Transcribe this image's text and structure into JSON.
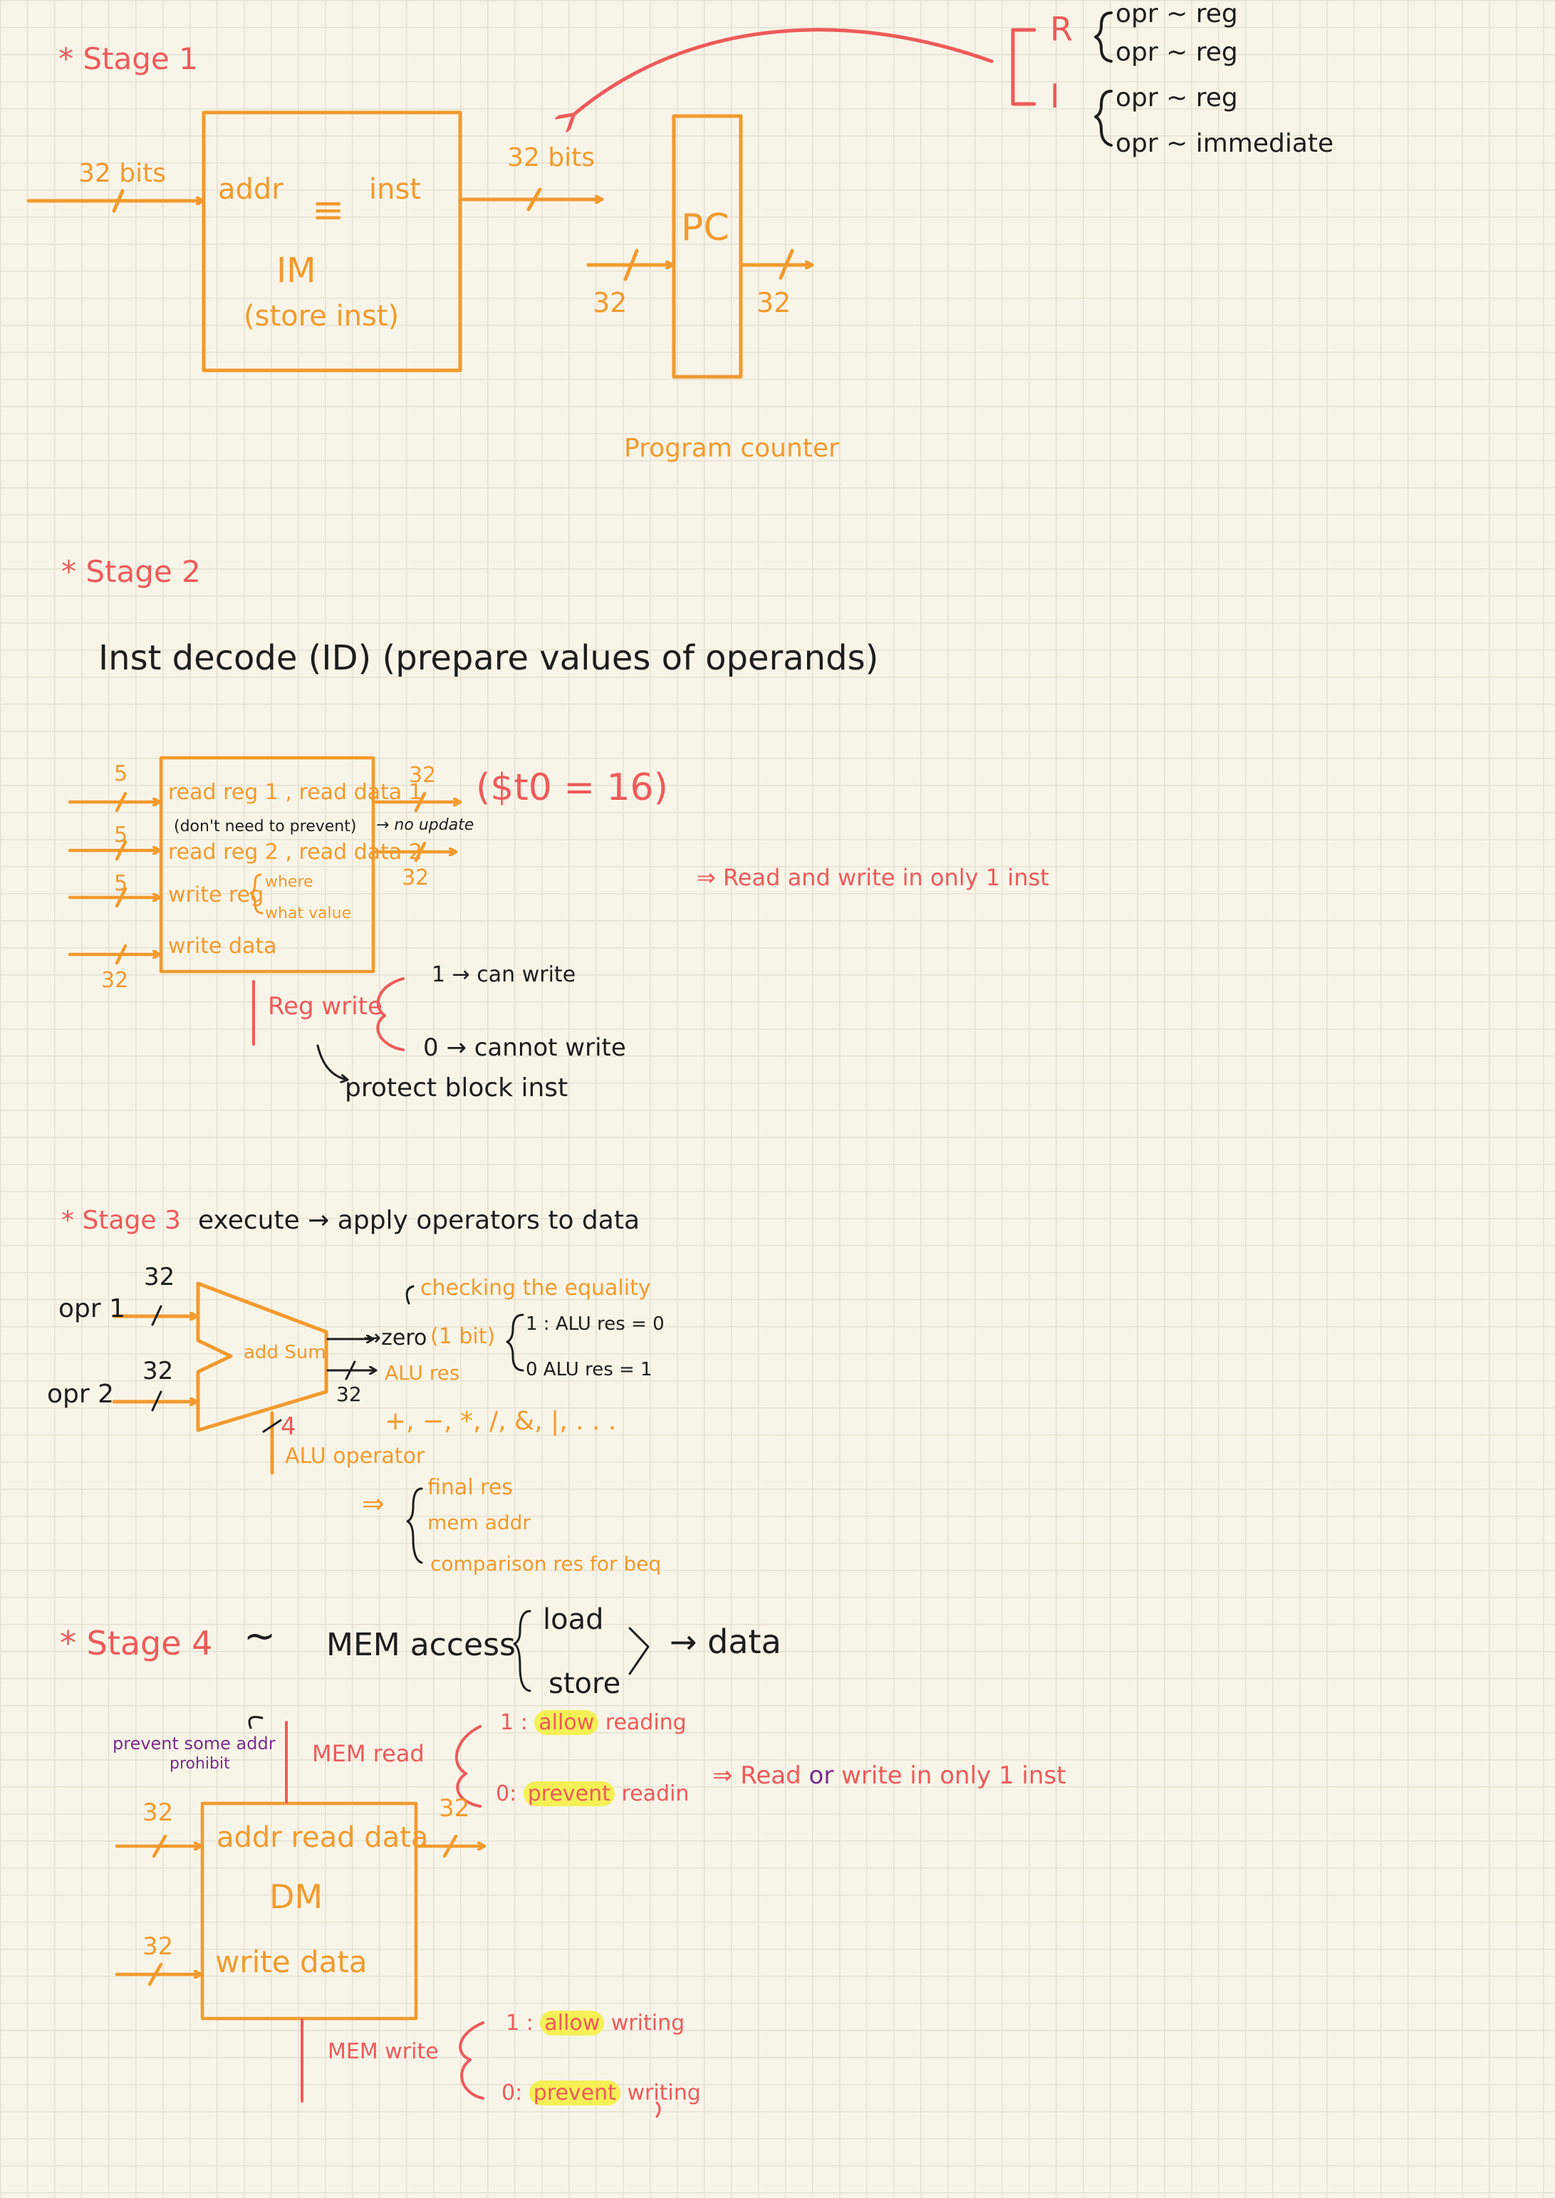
{
  "stage1": {
    "title": "* Stage 1",
    "input_label": "32 bits",
    "im_addr": "addr",
    "im_inst": "inst",
    "im_equiv": "≡",
    "im_name": "IM",
    "im_note": "(store inst)",
    "out_label": "32 bits",
    "pc_name": "PC",
    "pc_in": "32",
    "pc_out": "32",
    "pc_caption": "Program counter",
    "r_letter": "R",
    "i_letter": "I",
    "r_lines": [
      "opr ~ reg",
      "opr ~ reg"
    ],
    "i_lines": [
      "opr ~ reg",
      "opr ~ immediate"
    ]
  },
  "stage2": {
    "title": "* Stage 2",
    "heading": "Inst decode (ID) (prepare values of operands)",
    "in_bits": [
      "5",
      "5",
      "5",
      "32"
    ],
    "row1": "read reg 1 , read data 1",
    "note": "(don't need to prevent)",
    "no_update": "→ no update",
    "row2": "read reg 2 , read data 2",
    "row3": "write reg",
    "where": "where",
    "what_value": "what value",
    "row4": "write data",
    "out1": "32",
    "out2": "32",
    "t0": "($t0 = 16)",
    "side_note": "⇒ Read and write  in only 1 inst",
    "regwrite": "Reg write",
    "can_write": "1 → can write",
    "cannot_write": "0  → cannot write",
    "protect": "protect block inst"
  },
  "stage3": {
    "title": "* Stage 3",
    "desc": "execute  → apply operators to data",
    "opr1": "opr 1",
    "opr2": "opr 2",
    "in1_bits": "32",
    "in2_bits": "32",
    "alu_label": "add Sum",
    "checking": "checking the equality",
    "zero": "→zero",
    "one_bit": "(1 bit)",
    "alu_res": "ALU res",
    "res_bits": "32",
    "zero_case1": "1 : ALU res = 0",
    "zero_case2": "0   ALU res = 1",
    "ops": "+, −, *, /, &, |, . . .",
    "op_bits": "4",
    "alu_operator": "ALU operator",
    "implies": "⇒",
    "uses": [
      "final res",
      "mem addr",
      "comparison res  for beq"
    ]
  },
  "stage4": {
    "title": "* Stage 4",
    "tilde": "~",
    "mem_access": "MEM access",
    "load": "load",
    "store": "store",
    "data": "→ data",
    "memread": "MEM read",
    "prevent_addr": [
      "prevent some addr",
      "prohibit"
    ],
    "allow_prefix": "1 : ",
    "allow": "allow",
    "reading": " reading",
    "prevent_prefix": "0: ",
    "prevent": "prevent",
    "readin": " readin",
    "side_read": "⇒ Read",
    "side_or": "or",
    "side_rest": "write   in only 1 inst",
    "in_addr_bits": "32",
    "out_bits": "32",
    "in_wd_bits": "32",
    "dm_addr": "addr  read data",
    "dm_name": "DM",
    "dm_write": "write  data",
    "memwrite": "MEM write",
    "allow_w_prefix": "1 : ",
    "allow_w": "allow",
    "writing": " writing",
    "prevent_w_prefix": "0: ",
    "prevent_w": "prevent",
    "writing2": " writing"
  }
}
